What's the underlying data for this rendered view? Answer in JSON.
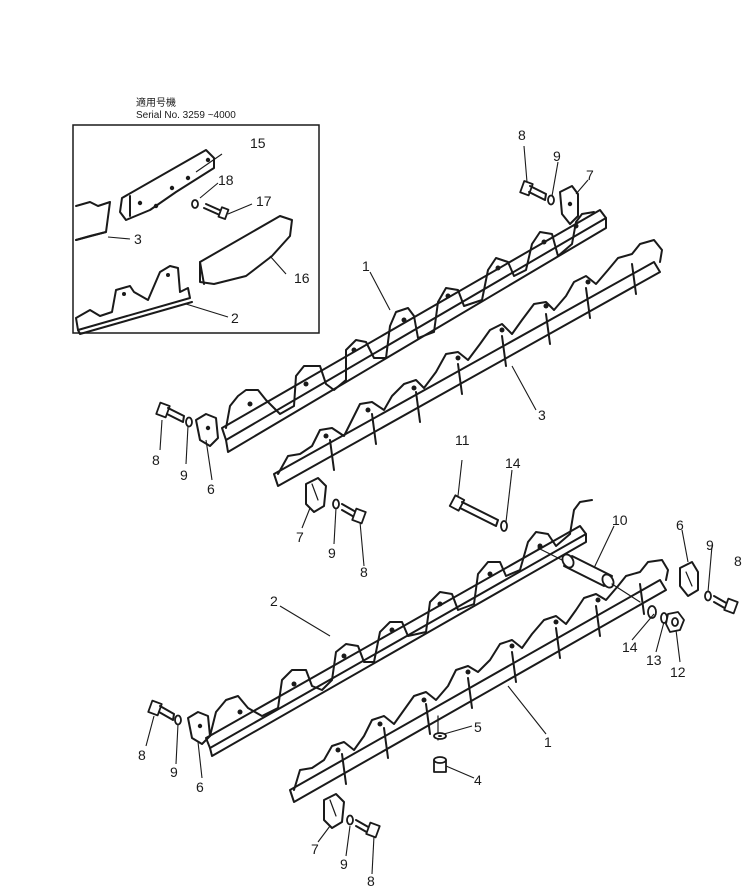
{
  "inset": {
    "header_jp": "適用号機",
    "serial_label": "Serial No. 3259 ~4000"
  },
  "labels": {
    "l1a": "1",
    "l1b": "1",
    "l2a": "2",
    "l2b": "2",
    "l3a": "3",
    "l3b": "3",
    "l4": "4",
    "l5": "5",
    "l6a": "6",
    "l6b": "6",
    "l6c": "6",
    "l7a": "7",
    "l7b": "7",
    "l7c": "7",
    "l8a": "8",
    "l8b": "8",
    "l8c": "8",
    "l8d": "8",
    "l8e": "8",
    "l8f": "8",
    "l9a": "9",
    "l9b": "9",
    "l9c": "9",
    "l9d": "9",
    "l9e": "9",
    "l10": "10",
    "l11": "11",
    "l12": "12",
    "l13": "13",
    "l14a": "14",
    "l14b": "14",
    "l15": "15",
    "l16": "16",
    "l17": "17",
    "l18": "18"
  }
}
